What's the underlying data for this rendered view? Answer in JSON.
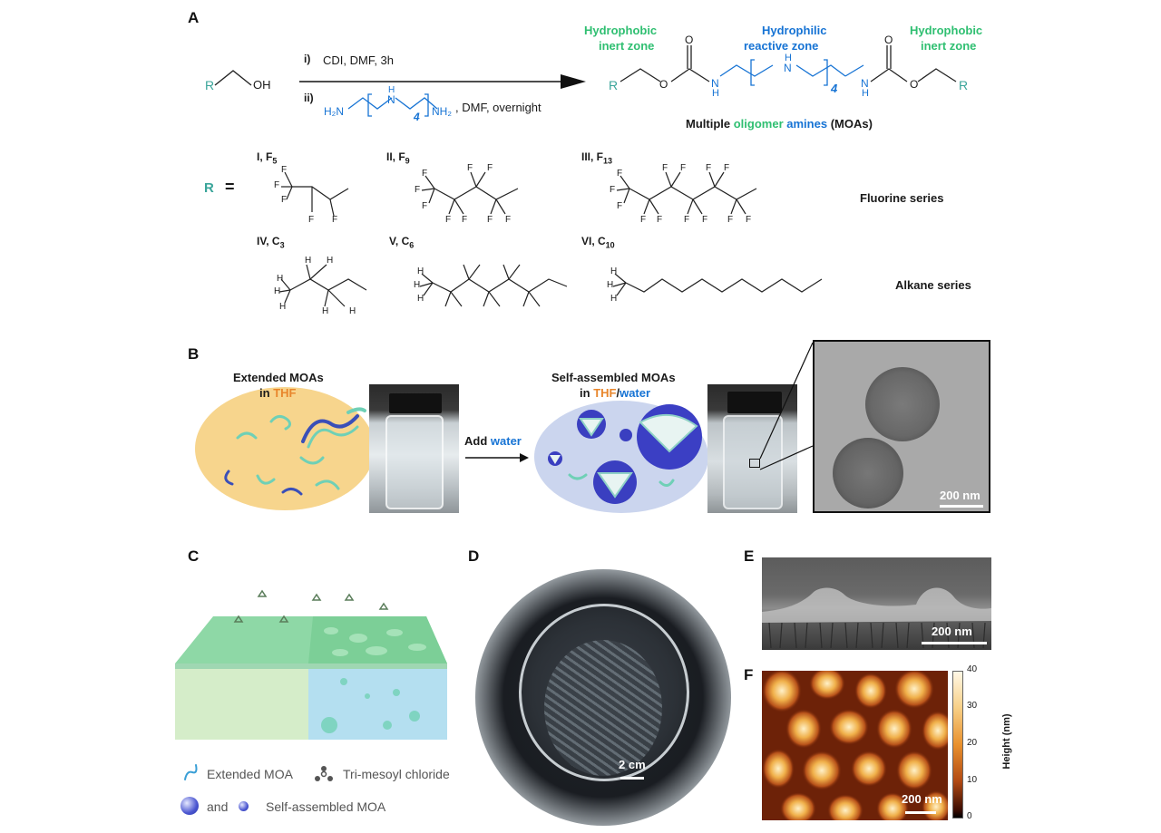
{
  "panels": {
    "a": "A",
    "b": "B",
    "c": "C",
    "d": "D",
    "e": "E",
    "f": "F"
  },
  "panelA": {
    "reactant_r": "R",
    "reactant_oh": "OH",
    "step1_num": "i)",
    "step1": "CDI, DMF, 3h",
    "step2_num": "ii)",
    "step2_suffix": ", DMF, overnight",
    "amine_h2n": "H₂N",
    "amine_nh": "N",
    "amine_h": "H",
    "amine_sub": "4",
    "amine_nh2": "NH₂",
    "zone_left": [
      "Hydrophobic",
      "inert zone"
    ],
    "zone_mid": [
      "Hydrophilic",
      "reactive zone"
    ],
    "zone_right": [
      "Hydrophobic",
      "inert zone"
    ],
    "product_r_left": "R",
    "product_r_right": "R",
    "product_o": "O",
    "product_n": "N",
    "product_h": "H",
    "product_sub": "4",
    "product_caption": {
      "w1": "Multiple",
      "w2": "oligomer",
      "w3": "amines",
      "w4": "(MOAs)"
    },
    "r_label": "R",
    "equals": "=",
    "fluorine": [
      {
        "label": "I, F",
        "sub": "5"
      },
      {
        "label": "II, F",
        "sub": "9"
      },
      {
        "label": "III, F",
        "sub": "13"
      }
    ],
    "alkane": [
      {
        "label": "IV, C",
        "sub": "3"
      },
      {
        "label": "V, C",
        "sub": "6"
      },
      {
        "label": "VI, C",
        "sub": "10"
      }
    ],
    "atom_f": "F",
    "atom_h": "H",
    "fluorine_series": "Fluorine series",
    "alkane_series": "Alkane series"
  },
  "panelB": {
    "extended_line1": "Extended MOAs",
    "extended_in": "in",
    "thf": "THF",
    "add": "Add",
    "water": "water",
    "selfassembled_line1": "Self-assembled  MOAs",
    "sa_in": "in",
    "sa_thf": "THF",
    "sa_slash": "/",
    "sa_water": "water",
    "tem_scale": "200 nm"
  },
  "panelC": {
    "legend_extended": "Extended  MOA",
    "legend_tmc": "Tri-mesoyl chloride",
    "legend_and": "and",
    "legend_selfassembled": "Self-assembled  MOA"
  },
  "panelD": {
    "scale": "2 cm"
  },
  "panelE": {
    "scale": "200 nm"
  },
  "panelF": {
    "scale": "200 nm",
    "colorbar_label": "Height (nm)",
    "colorbar_ticks": [
      "40",
      "30",
      "20",
      "10",
      "0"
    ]
  },
  "colors": {
    "green": "#2fbf71",
    "blue": "#1673d4",
    "orange": "#e8862c",
    "teal": "#3aa59a",
    "navy": "#2b3aa8"
  }
}
